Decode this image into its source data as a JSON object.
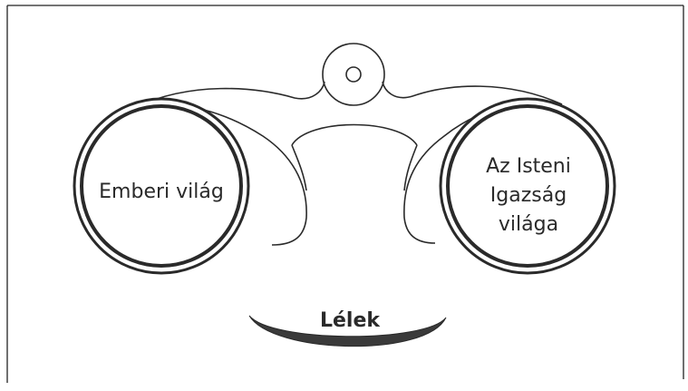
{
  "diagram": {
    "left_lens": {
      "lines": [
        "Emberi világ"
      ]
    },
    "right_lens": {
      "lines": [
        "Az Isteni",
        "Igazság",
        "világa"
      ]
    },
    "soul_label": "Lélek"
  },
  "colors": {
    "outline": "#2a2a2a",
    "soul_fill": "#3a3a3a",
    "background": "#ffffff"
  }
}
